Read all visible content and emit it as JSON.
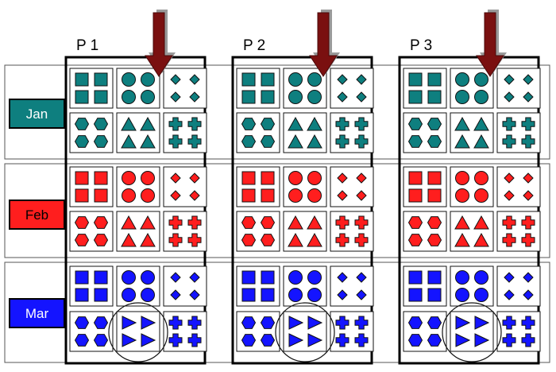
{
  "panels": [
    {
      "label": "P 1"
    },
    {
      "label": "P 2"
    },
    {
      "label": "P 3"
    }
  ],
  "months": [
    {
      "label": "Jan",
      "fill": "#0e7f7f",
      "text_color": "#ffffff"
    },
    {
      "label": "Feb",
      "fill": "#ff1e1e",
      "text_color": "#000000"
    },
    {
      "label": "Mar",
      "fill": "#1414ff",
      "text_color": "#ffffff"
    }
  ],
  "shape_rows": [
    [
      "square",
      "circle",
      "diamond"
    ],
    [
      "hexagon",
      "triangle",
      "cross"
    ]
  ],
  "highlight": {
    "shape": "triangle",
    "month": "Mar",
    "marker": "circle"
  },
  "arrow_color": "#7a1010",
  "arrow_shadow_color": "#9a9a9a"
}
